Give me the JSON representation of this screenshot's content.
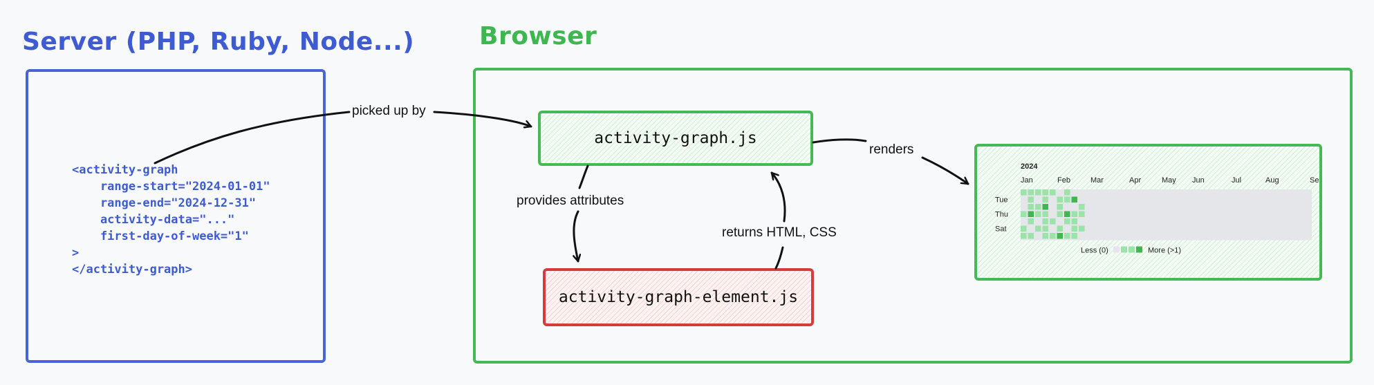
{
  "server": {
    "title": "Server (PHP, Ruby, Node...)",
    "code_lines": [
      "<activity-graph",
      "    range-start=\"2024-01-01\"",
      "    range-end=\"2024-12-31\"",
      "    activity-data=\"...\"",
      "    first-day-of-week=\"1\"",
      ">",
      "</activity-graph>"
    ]
  },
  "browser": {
    "title": "Browser",
    "graph_js": "activity-graph.js",
    "element_js": "activity-graph-element.js"
  },
  "edges": {
    "picked_up_by": "picked up by",
    "renders": "renders",
    "provides_attributes": "provides attributes",
    "returns": "returns HTML, CSS"
  },
  "preview": {
    "year": "2024",
    "months": [
      "Jan",
      "Feb",
      "Mar",
      "Apr",
      "May",
      "Jun",
      "Jul",
      "Aug",
      "Se"
    ],
    "days": [
      "Tue",
      "Thu",
      "Sat"
    ],
    "legend_less": "Less (0)",
    "legend_more": "More (>1)",
    "levels": [
      [
        1,
        1,
        1,
        1,
        1,
        0,
        1,
        0,
        0
      ],
      [
        0,
        1,
        0,
        1,
        0,
        1,
        1,
        2,
        0
      ],
      [
        0,
        1,
        1,
        2,
        0,
        1,
        0,
        0,
        1
      ],
      [
        1,
        2,
        1,
        1,
        0,
        1,
        2,
        1,
        1
      ],
      [
        0,
        1,
        0,
        1,
        1,
        0,
        1,
        1,
        0
      ],
      [
        1,
        0,
        1,
        1,
        0,
        1,
        0,
        1,
        1
      ],
      [
        1,
        1,
        0,
        1,
        1,
        2,
        1,
        1,
        0
      ]
    ],
    "colors": {
      "empty": "#e4e6ea",
      "level1": "#9be3a9",
      "level2": "#3fb751"
    }
  },
  "colors": {
    "server": "#3e5bd1",
    "browser": "#3fb751",
    "element": "#d63c3c"
  }
}
